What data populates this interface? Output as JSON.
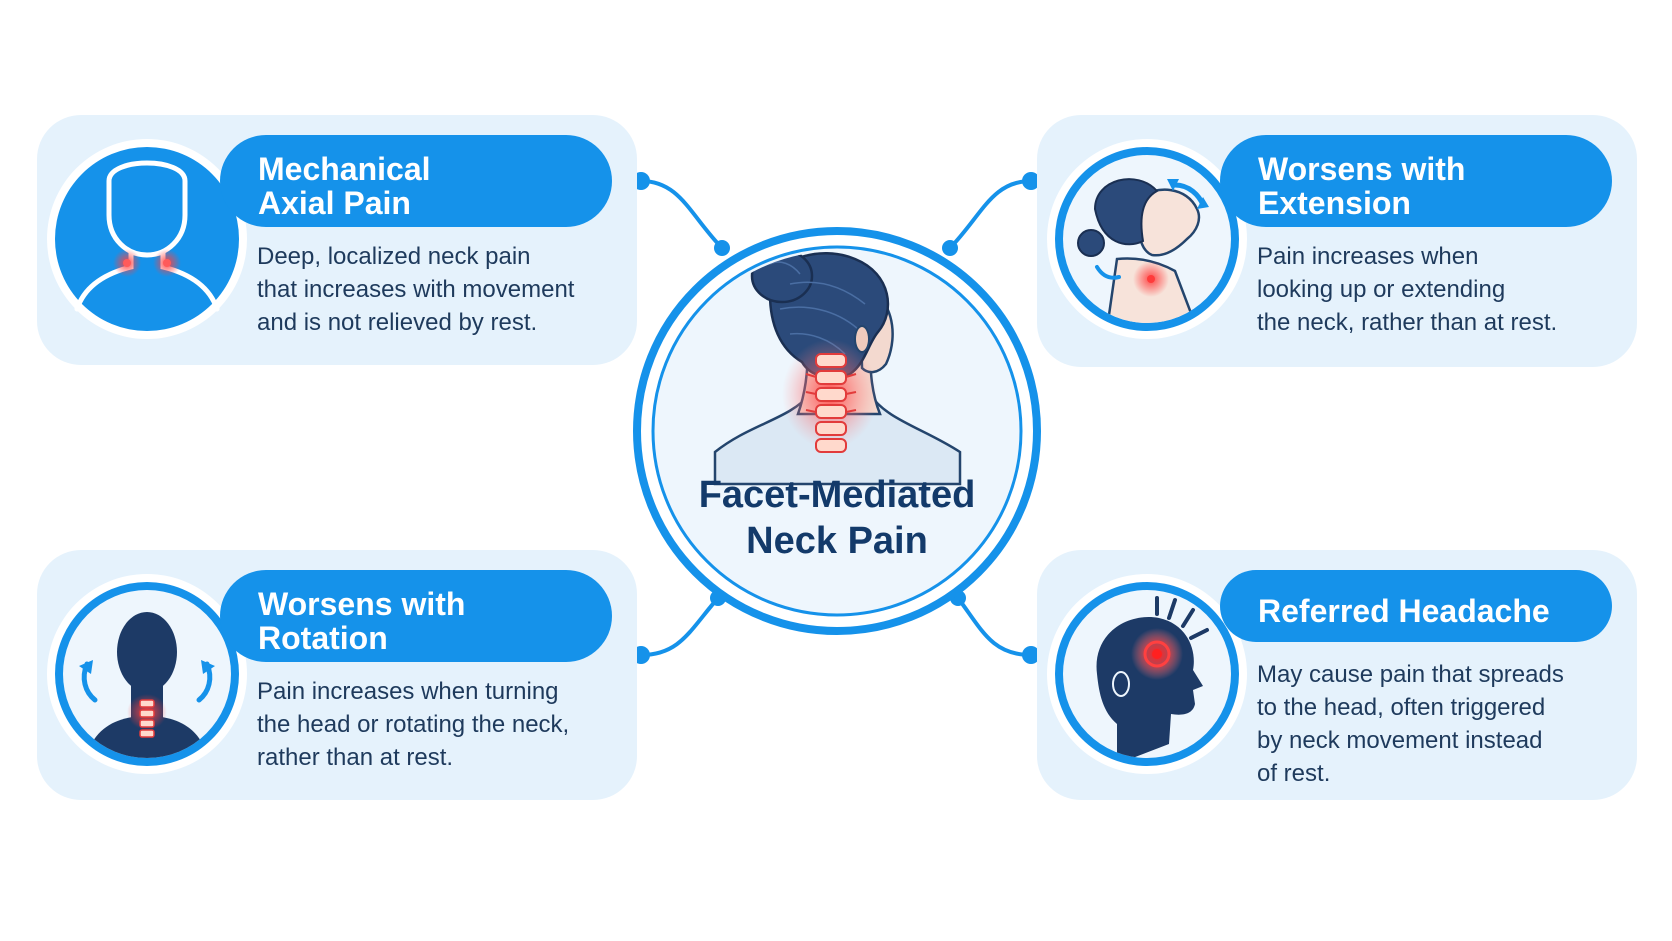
{
  "center": {
    "title_line1": "Facet-Mediated",
    "title_line2": "Neck Pain",
    "illustration": "woman-neck-spine-pain-illustration"
  },
  "cards": [
    {
      "title_line1": "Mechanical",
      "title_line2": "Axial Pain",
      "description_lines": [
        "Deep, localized neck pain",
        "that increases with movement",
        "and is not relieved by rest."
      ],
      "icon": "person-neck-pain-icon"
    },
    {
      "title_line1": "Worsens with",
      "title_line2": "Extension",
      "description_lines": [
        "Pain increases when",
        "looking up or extending",
        "the neck, rather than at rest."
      ],
      "icon": "head-tilt-back-icon"
    },
    {
      "title_line1": "Worsens with",
      "title_line2": "Rotation",
      "description_lines": [
        "Pain increases when turning",
        "the head or rotating the neck,",
        "rather than at rest."
      ],
      "icon": "head-rotation-icon"
    },
    {
      "title_line1": "Referred Headache",
      "description_lines": [
        "May cause pain that spreads",
        "to the head, often triggered",
        "by neck movement instead",
        "of rest."
      ],
      "icon": "head-pain-icon"
    }
  ],
  "colors": {
    "accent": "#1592ea",
    "card_background": "#e5f2fc",
    "title_text": "#133a6a",
    "body_text": "#1e3a5c",
    "pain_highlight": "#ff4040"
  }
}
